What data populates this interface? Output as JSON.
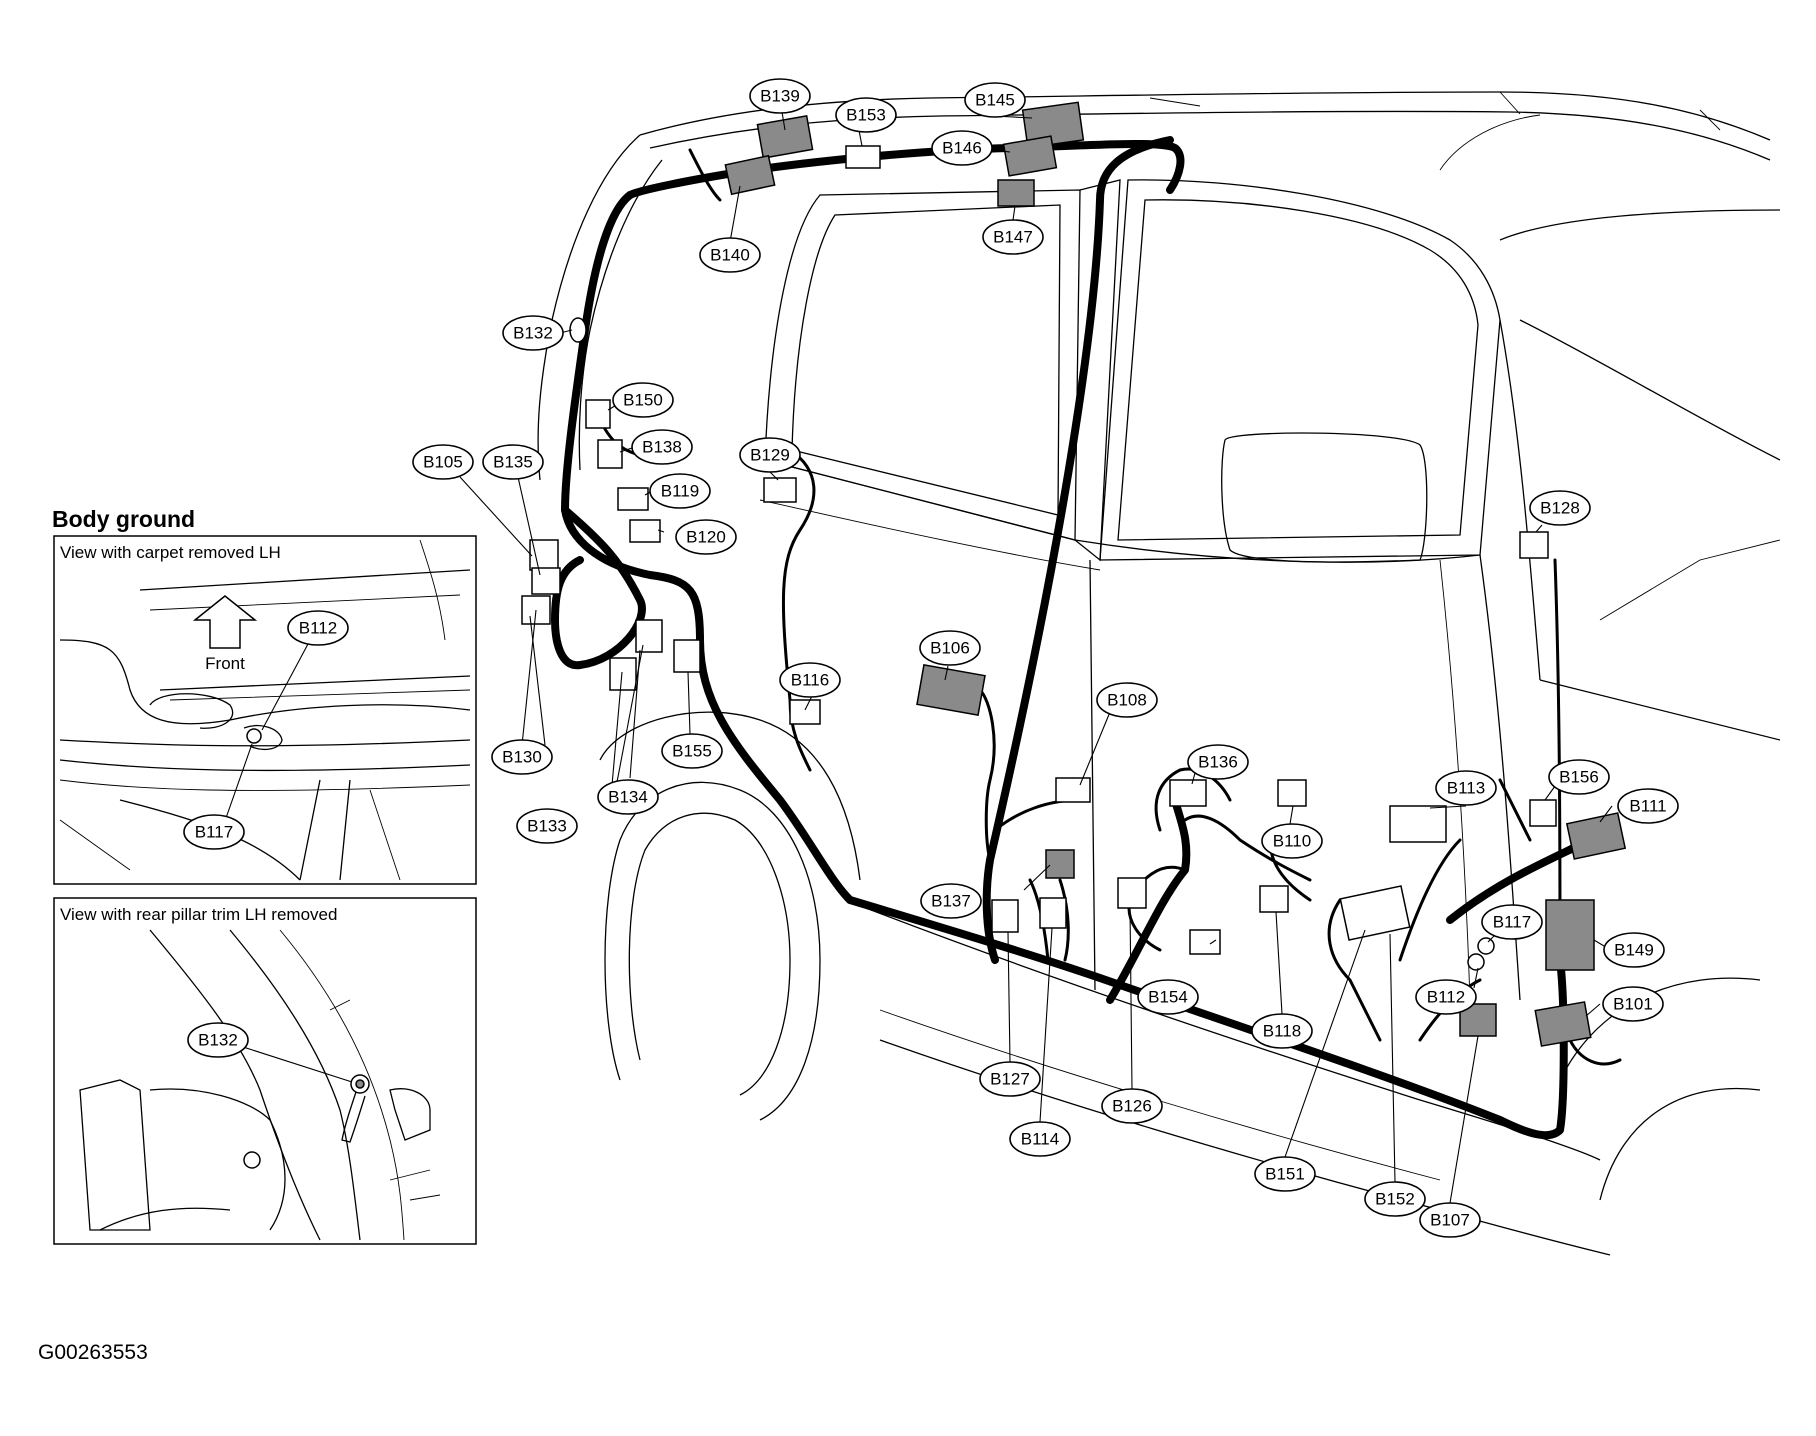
{
  "figure_id": "G00263553",
  "body_ground": {
    "title": "Body ground",
    "panel_carpet": {
      "title": "View with carpet removed LH",
      "arrow_label": "Front",
      "labels": [
        "B112",
        "B117"
      ]
    },
    "panel_pillar": {
      "title": "View with rear pillar trim LH removed",
      "labels": [
        "B132"
      ]
    }
  },
  "connectors": [
    "B139",
    "B153",
    "B145",
    "B146",
    "B147",
    "B140",
    "B132",
    "B150",
    "B138",
    "B105",
    "B135",
    "B129",
    "B119",
    "B120",
    "B128",
    "B106",
    "B116",
    "B108",
    "B130",
    "B155",
    "B136",
    "B134",
    "B133",
    "B113",
    "B156",
    "B111",
    "B110",
    "B137",
    "B117",
    "B149",
    "B154",
    "B112",
    "B118",
    "B101",
    "B127",
    "B126",
    "B114",
    "B151",
    "B152",
    "B107"
  ]
}
